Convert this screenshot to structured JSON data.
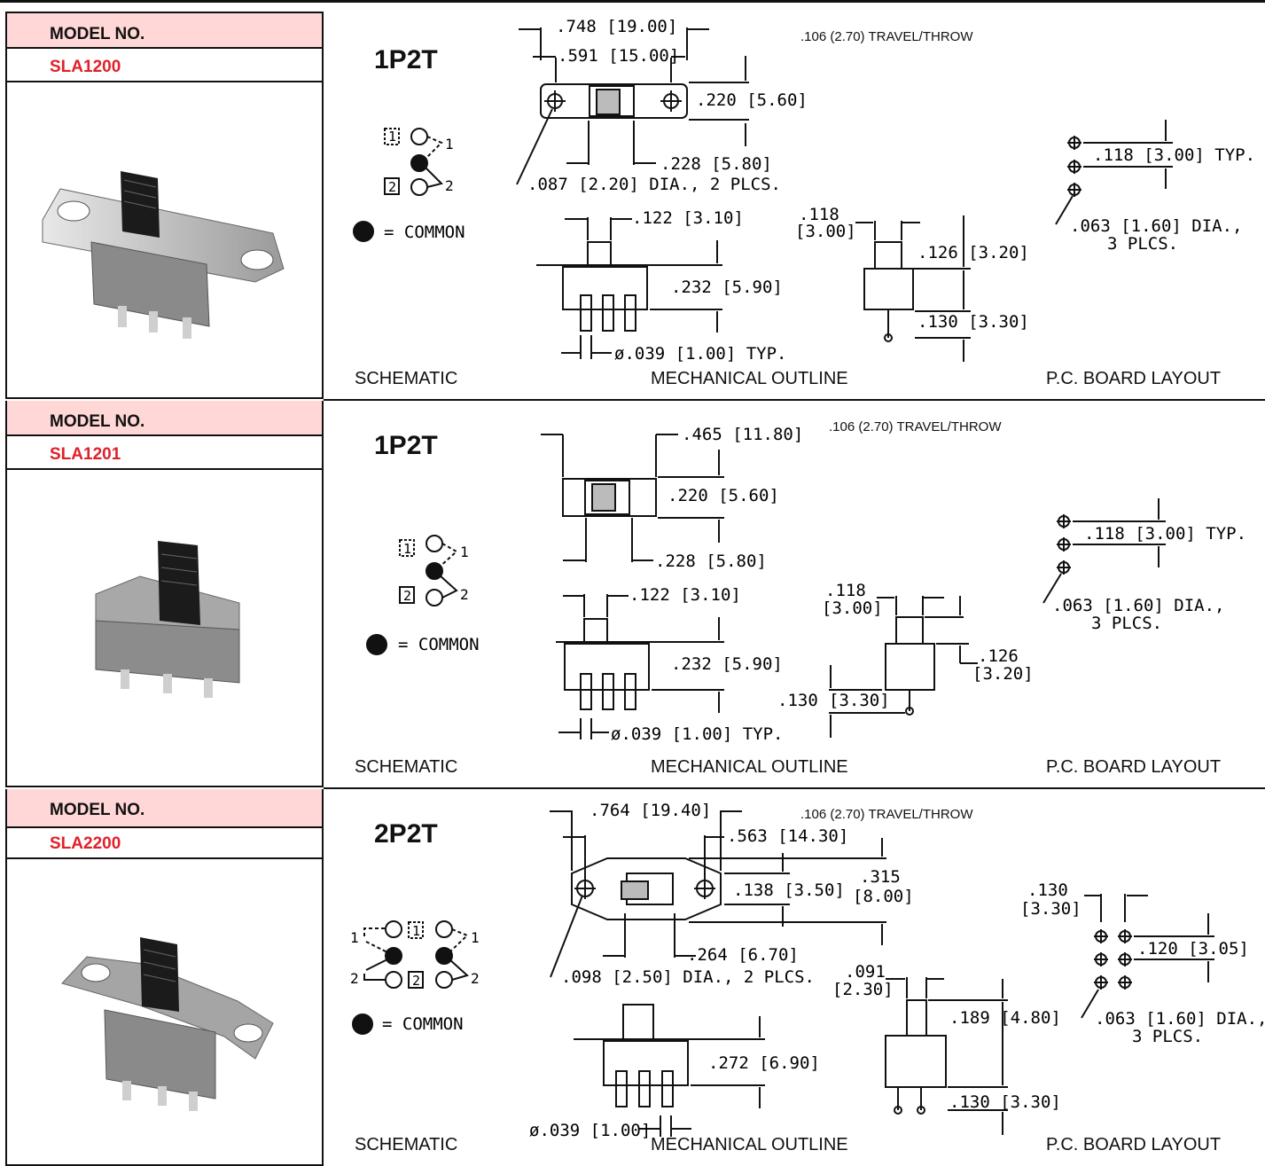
{
  "rows": [
    {
      "model_label": "MODEL NO.",
      "model_number": "SLA1200",
      "pole_type": "1P2T",
      "travel": ".106 (2.70) TRAVEL/THROW",
      "captions": {
        "schematic": "SCHEMATIC",
        "mechanical": "MECHANICAL OUTLINE",
        "pcb": "P.C. BOARD LAYOUT"
      },
      "common": "= COMMON",
      "schematic_labels": [
        "1",
        "2",
        "1",
        "2"
      ],
      "dims": {
        "overall": ".748 [19.00]",
        "holes": ".591 [15.00]",
        "height": ".220 [5.60]",
        "slide": ".228 [5.80]",
        "hole_dia": ".087 [2.20] DIA., 2 PLCS.",
        "actuator": ".122 [3.10]",
        "body": ".232 [5.90]",
        "pin": "ø.039 [1.00] TYP.",
        "side_top": ".118",
        "side_top_mm": "[3.00]",
        "side_a": ".126 [3.20]",
        "side_b": ".130 [3.30]",
        "pcb_pitch": ".118 [3.00] TYP.",
        "pcb_dia": ".063 [1.60] DIA.,",
        "pcb_plcs": "3 PLCS."
      }
    },
    {
      "model_label": "MODEL NO.",
      "model_number": "SLA1201",
      "pole_type": "1P2T",
      "travel": ".106 (2.70) TRAVEL/THROW",
      "captions": {
        "schematic": "SCHEMATIC",
        "mechanical": "MECHANICAL OUTLINE",
        "pcb": "P.C. BOARD LAYOUT"
      },
      "common": "= COMMON",
      "schematic_labels": [
        "1",
        "2",
        "1",
        "2"
      ],
      "dims": {
        "overall": ".465 [11.80]",
        "height": ".220 [5.60]",
        "slide": ".228 [5.80]",
        "actuator": ".122 [3.10]",
        "body": ".232 [5.90]",
        "pin": "ø.039 [1.00] TYP.",
        "side_top": ".118",
        "side_top_mm": "[3.00]",
        "side_a": ".126",
        "side_a_mm": "[3.20]",
        "side_b": ".130",
        "side_b_mm": "[3.30]",
        "pcb_pitch": ".118 [3.00] TYP.",
        "pcb_dia": ".063 [1.60] DIA.,",
        "pcb_plcs": "3 PLCS."
      }
    },
    {
      "model_label": "MODEL NO.",
      "model_number": "SLA2200",
      "pole_type": "2P2T",
      "travel": ".106 (2.70) TRAVEL/THROW",
      "captions": {
        "schematic": "SCHEMATIC",
        "mechanical": "MECHANICAL OUTLINE",
        "pcb": "P.C. BOARD LAYOUT"
      },
      "common": "= COMMON",
      "schematic_labels": [
        "1",
        "2",
        "1",
        "2",
        "1",
        "2"
      ],
      "dims": {
        "overall": ".764 [19.40]",
        "holes": ".563 [14.30]",
        "flange": ".138 [3.50]",
        "height": ".315",
        "height_mm": "[8.00]",
        "slide": ".264 [6.70]",
        "hole_dia": ".098 [2.50] DIA., 2 PLCS.",
        "body": ".272 [6.90]",
        "pin": "ø.039 [1.00]",
        "side_top": ".091",
        "side_top_mm": "[2.30]",
        "side_a": ".189 [4.80]",
        "side_b": ".130 [3.30]",
        "pcb_col": ".130",
        "pcb_col_mm": "[3.30]",
        "pcb_pitch": ".120 [3.05]",
        "pcb_dia": ".063 [1.60] DIA.,",
        "pcb_plcs": "3 PLCS."
      }
    }
  ]
}
